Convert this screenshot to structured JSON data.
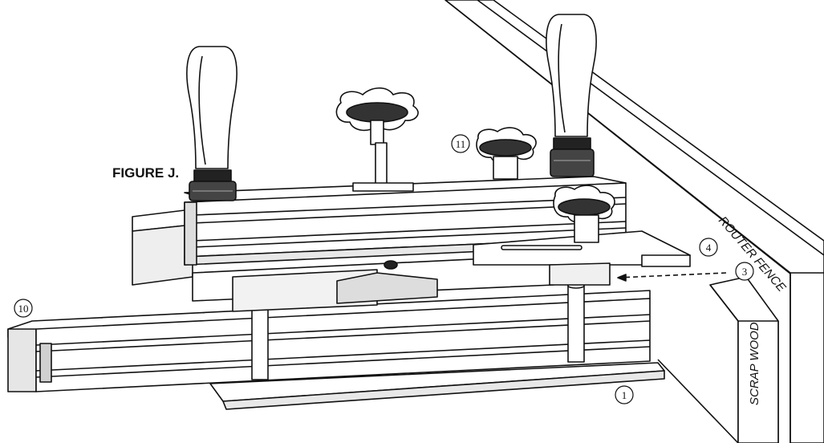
{
  "figure_title": "FIGURE J.",
  "labels": {
    "router_fence": "ROUTER FENCE",
    "scrap_wood": "SCRAP WOOD"
  },
  "callouts": [
    "1",
    "3",
    "4",
    "10",
    "11"
  ],
  "colors": {
    "line": "#111111",
    "fill_light": "#ffffff",
    "shade": "#d8d8d8",
    "handle_dark": "#222222"
  }
}
